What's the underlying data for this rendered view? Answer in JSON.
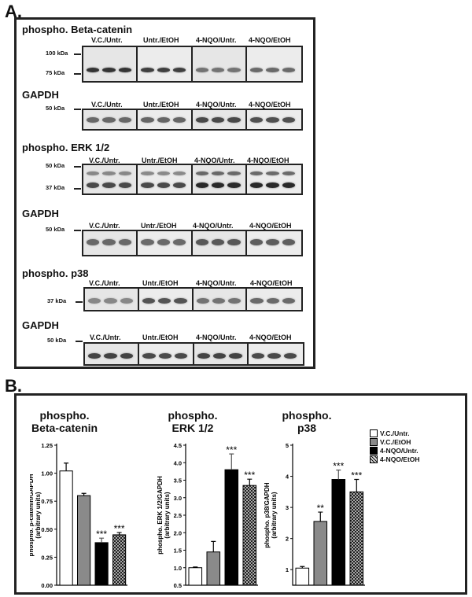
{
  "panel_a": {
    "letter": "A.",
    "blots": [
      {
        "title": "phospho. Beta-catenin",
        "lanes": [
          "V.C./Untr.",
          "Untr./EtOH",
          "4-NQO/Untr.",
          "4-NQO/EtOH"
        ],
        "markers": [
          "100 kDa",
          "75 kDa"
        ]
      },
      {
        "title": "GAPDH",
        "lanes": [
          "V.C./Untr.",
          "Untr./EtOH",
          "4-NQO/Untr.",
          "4-NQO/EtOH"
        ],
        "markers": [
          "50 kDa"
        ]
      },
      {
        "title": "phospho. ERK 1/2",
        "lanes": [
          "V.C./Untr.",
          "Untr./EtOH",
          "4-NQO/Untr.",
          "4-NQO/EtOH"
        ],
        "markers": [
          "50 kDa",
          "37 kDa"
        ]
      },
      {
        "title": "GAPDH",
        "lanes": [
          "V.C./Untr.",
          "Untr./EtOH",
          "4-NQO/Untr.",
          "4-NQO/EtOH"
        ],
        "markers": [
          "50 kDa"
        ]
      },
      {
        "title": "phospho. p38",
        "lanes": [
          "V.C./Untr.",
          "Untr./EtOH",
          "4-NQO/Untr.",
          "4-NQO/EtOH"
        ],
        "markers": [
          "37 kDa"
        ]
      },
      {
        "title": "GAPDH",
        "lanes": [
          "V.C./Untr.",
          "Untr./EtOH",
          "4-NQO/Untr.",
          "4-NQO/EtOH"
        ],
        "markers": [
          "50 kDa"
        ]
      }
    ]
  },
  "panel_b": {
    "letter": "B.",
    "legend": [
      {
        "label": "V.C./Untr.",
        "fill": "#ffffff"
      },
      {
        "label": "V.C./EtOH",
        "fill": "#8a8a8a"
      },
      {
        "label": "4-NQO/Untr.",
        "fill": "#000000"
      },
      {
        "label": "4-NQO/EtOH",
        "fill": "pattern"
      }
    ]
  },
  "chart_data": [
    {
      "type": "bar",
      "title_line1": "phospho.",
      "title_line2": "Beta-catenin",
      "ylabel_line1": "phospho. β-catenin/GAPDH",
      "ylabel_line2": "(arbitrary units)",
      "categories": [
        "V.C./Untr.",
        "V.C./EtOH",
        "4-NQO/Untr.",
        "4-NQO/EtOH"
      ],
      "values": [
        1.02,
        0.8,
        0.38,
        0.45
      ],
      "errors": [
        0.07,
        0.02,
        0.04,
        0.02
      ],
      "significance": [
        "",
        "",
        "***",
        "***"
      ],
      "ylim": [
        0,
        1.25
      ],
      "yticks": [
        "0.00",
        "0.25",
        "0.50",
        "0.75",
        "1.00",
        "1.25"
      ]
    },
    {
      "type": "bar",
      "title_line1": "phospho.",
      "title_line2": "ERK 1/2",
      "ylabel_line1": "phospho. ERK 1/2/GAPDH",
      "ylabel_line2": "(arbitrary units)",
      "categories": [
        "V.C./Untr.",
        "V.C./EtOH",
        "4-NQO/Untr.",
        "4-NQO/EtOH"
      ],
      "values": [
        1.0,
        1.45,
        3.8,
        3.35
      ],
      "errors": [
        0.02,
        0.3,
        0.45,
        0.18
      ],
      "significance": [
        "",
        "",
        "***",
        "***"
      ],
      "ylim": [
        0.5,
        4.5
      ],
      "yticks": [
        "0.5",
        "1.0",
        "1.5",
        "2.0",
        "2.5",
        "3.0",
        "3.5",
        "4.0",
        "4.5"
      ]
    },
    {
      "type": "bar",
      "title_line1": "phospho.",
      "title_line2": "p38",
      "ylabel_line1": "phospho. p38/GAPDH",
      "ylabel_line2": "(arbitrary units)",
      "categories": [
        "V.C./Untr.",
        "V.C./EtOH",
        "4-NQO/Untr.",
        "4-NQO/EtOH"
      ],
      "values": [
        1.05,
        2.55,
        3.9,
        3.5
      ],
      "errors": [
        0.05,
        0.3,
        0.3,
        0.4
      ],
      "significance": [
        "",
        "**",
        "***",
        "***"
      ],
      "ylim": [
        0.5,
        5
      ],
      "yticks": [
        "1",
        "2",
        "3",
        "4",
        "5"
      ]
    }
  ]
}
